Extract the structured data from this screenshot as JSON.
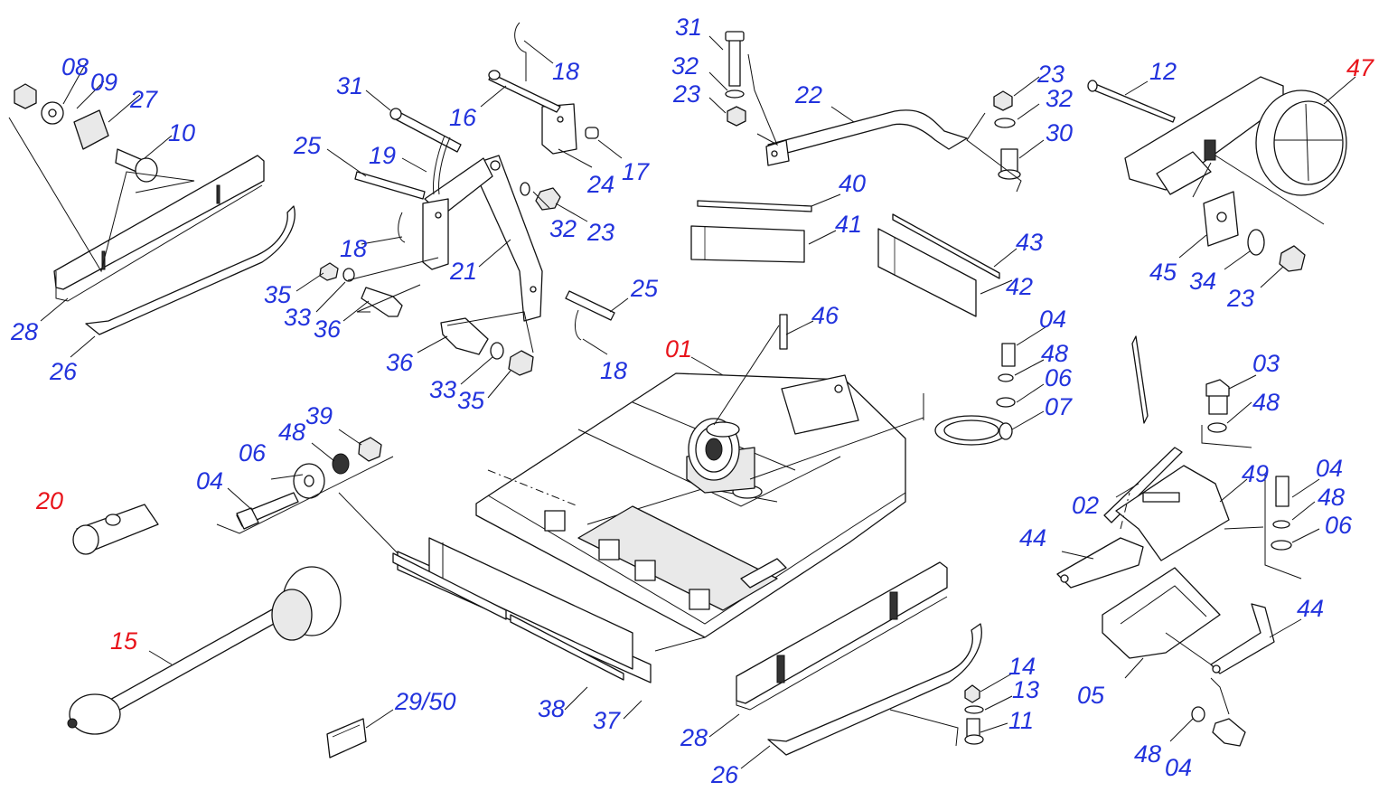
{
  "colors": {
    "standard_label": "#2233dd",
    "highlight_label": "#e8141b",
    "line": "#111111"
  },
  "labels": {
    "l08": "08",
    "l09": "09",
    "l27": "27",
    "l10": "10",
    "l28a": "28",
    "l26a": "26",
    "l31a": "31",
    "l25a": "25",
    "l19": "19",
    "l16": "16",
    "l18a": "18",
    "l24": "24",
    "l17": "17",
    "l32a": "32",
    "l23a": "23",
    "l18b": "18",
    "l21": "21",
    "l35a": "35",
    "l33a": "33",
    "l36a": "36",
    "l25b": "25",
    "l36b": "36",
    "l33b": "33",
    "l35b": "35",
    "l18c": "18",
    "l31b": "31",
    "l32b": "32",
    "l23b": "23",
    "l22": "22",
    "l23c": "23",
    "l32c": "32",
    "l30": "30",
    "l40": "40",
    "l41": "41",
    "l43": "43",
    "l42": "42",
    "l12": "12",
    "l47": "47",
    "l45": "45",
    "l34": "34",
    "l23d": "23",
    "l46": "46",
    "l01": "01",
    "l04a": "04",
    "l48a": "48",
    "l06a": "06",
    "l07": "07",
    "l03": "03",
    "l48b": "48",
    "l02": "02",
    "l49": "49",
    "l04b": "04",
    "l48c": "48",
    "l06b": "06",
    "l44a": "44",
    "l44b": "44",
    "l05": "05",
    "l48d": "48",
    "l04c": "04",
    "l39": "39",
    "l48e": "48",
    "l06c": "06",
    "l04d": "04",
    "l20": "20",
    "l15": "15",
    "l29": "29/50",
    "l38": "38",
    "l37": "37",
    "l28b": "28",
    "l26b": "26",
    "l14": "14",
    "l13": "13",
    "l11": "11"
  }
}
